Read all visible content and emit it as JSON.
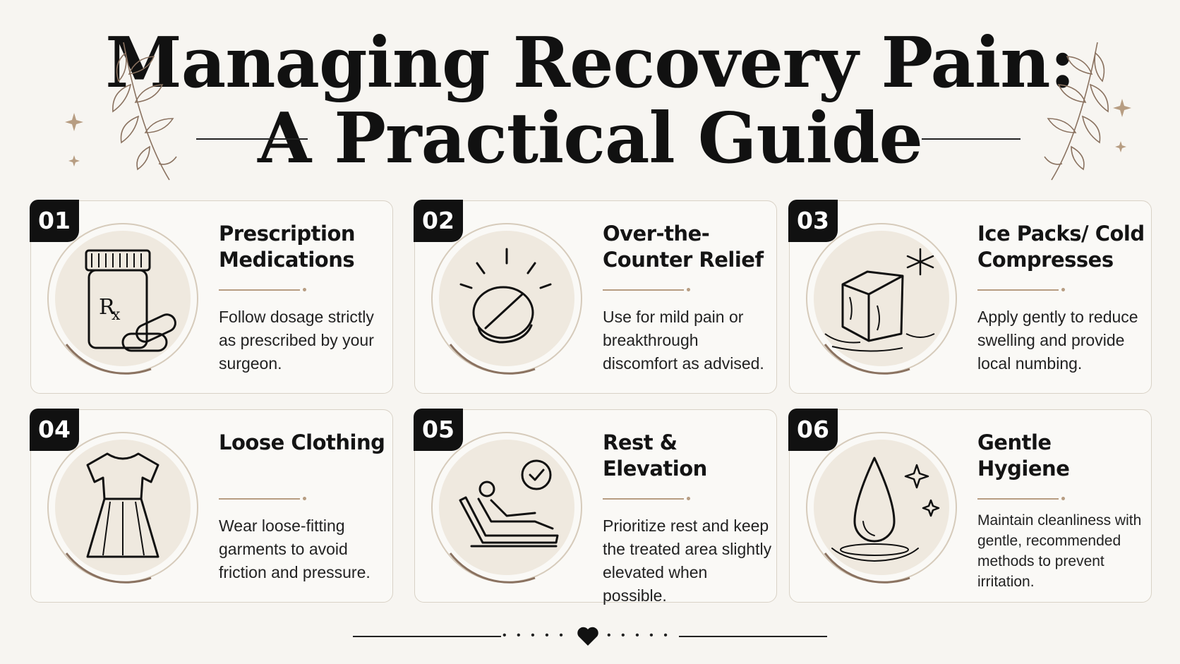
{
  "title": {
    "line1": "Managing Recovery Pain:",
    "line2": "A Practical Guide"
  },
  "colors": {
    "background": "#f7f5f1",
    "accent": "#b79d82",
    "medal_fill": "#efe9df",
    "badge": "#111111"
  },
  "cards": [
    {
      "number": "01",
      "heading": "Prescription Medications",
      "description": "Follow dosage strictly as prescribed by your surgeon.",
      "icon": "pill-bottle-icon"
    },
    {
      "number": "02",
      "heading": "Over-the-Counter Relief",
      "description": "Use for mild pain or breakthrough discomfort as advised.",
      "icon": "tablet-icon"
    },
    {
      "number": "03",
      "heading": "Ice Packs/ Cold Compresses",
      "description": "Apply gently to reduce swelling and provide local numbing.",
      "icon": "ice-cube-icon"
    },
    {
      "number": "04",
      "heading": "Loose Clothing",
      "description": "Wear loose-fitting garments to avoid friction and pressure.",
      "icon": "dress-icon"
    },
    {
      "number": "05",
      "heading": "Rest & Elevation",
      "description": "Prioritize rest and keep the treated area slightly elevated when possible.",
      "icon": "recliner-icon"
    },
    {
      "number": "06",
      "heading": "Gentle Hygiene",
      "description": "Maintain cleanliness with gentle, recommended methods to prevent irritation.",
      "icon": "water-drop-icon"
    }
  ],
  "decorations": {
    "left": "laurel-branch-icon",
    "right": "laurel-branch-icon",
    "footer": "heart-icon"
  }
}
